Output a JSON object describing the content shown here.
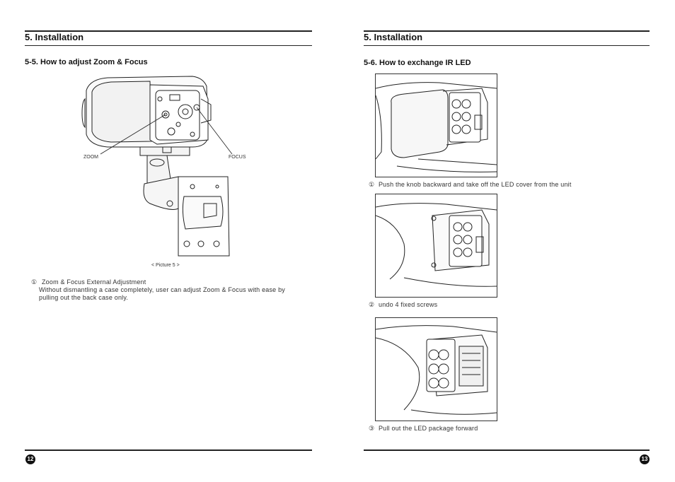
{
  "left_page": {
    "section_title": "5. Installation",
    "subsection_title": "5-5. How to adjust Zoom & Focus",
    "figure": {
      "zoom_label": "ZOOM",
      "focus_label": "FOCUS",
      "caption_prefix": "< Picture ",
      "caption_number": "5",
      "caption_suffix": " >"
    },
    "item_marker": "①",
    "item_title": "Zoom & Focus External Adjustment",
    "item_text_line1": "Without dismantling a case completely, user can adjust Zoom & Focus with ease by",
    "item_text_line2": "pulling out the back case only.",
    "page_number": "12"
  },
  "right_page": {
    "section_title": "5. Installation",
    "subsection_title": "5-6. How to exchange IR LED",
    "steps": [
      {
        "marker": "①",
        "text": "Push the knob backward and take off the LED cover from the unit"
      },
      {
        "marker": "②",
        "text": " undo 4 fixed screws"
      },
      {
        "marker": "③",
        "text": "Pull out the LED package forward"
      }
    ],
    "page_number": "13"
  }
}
